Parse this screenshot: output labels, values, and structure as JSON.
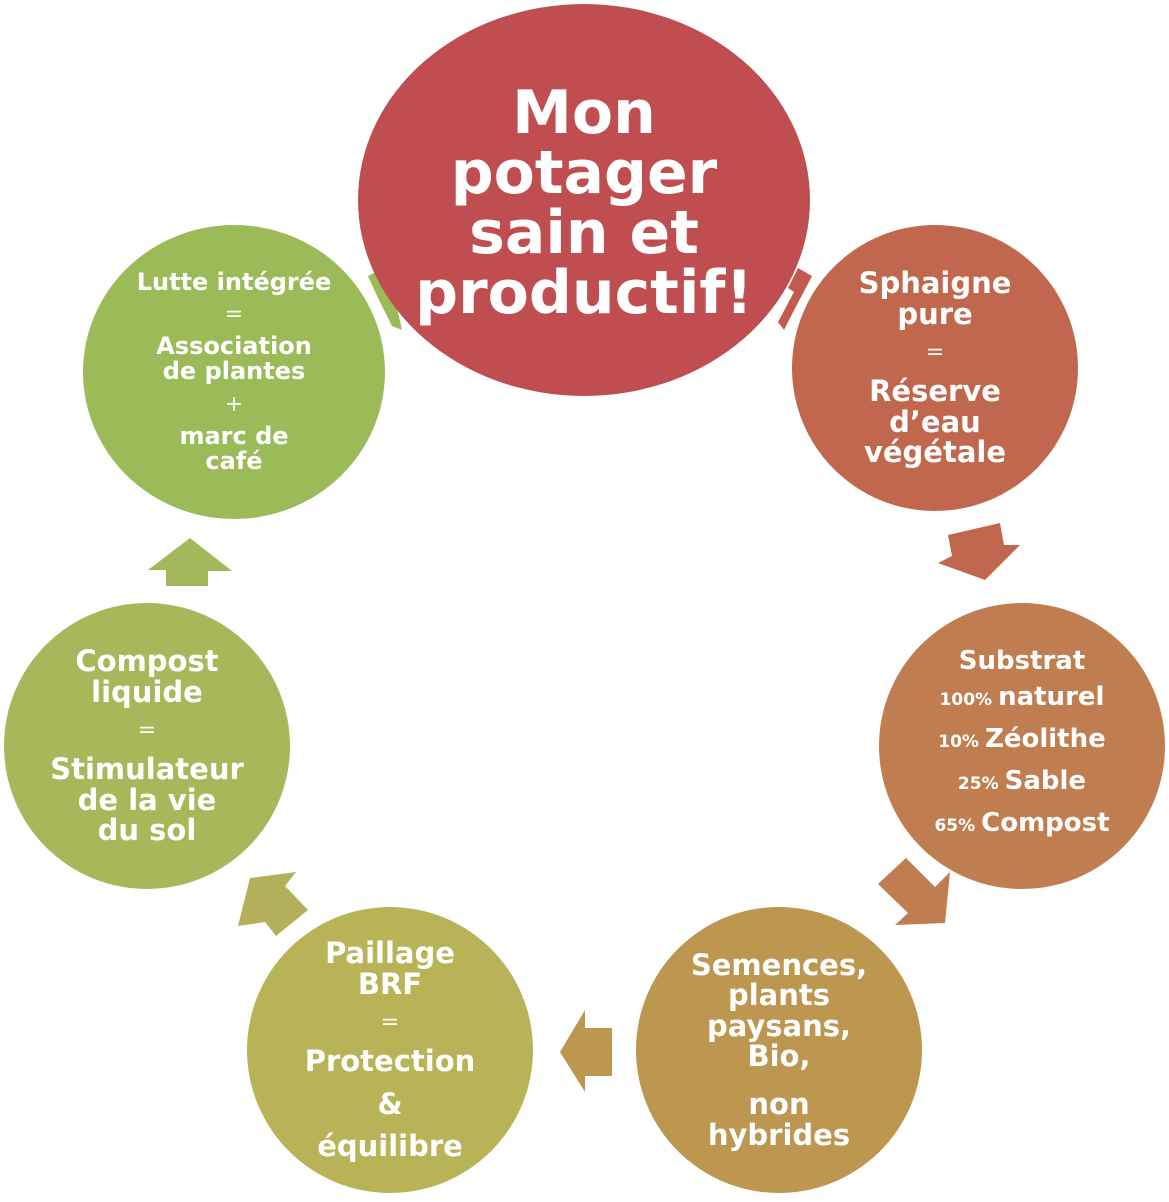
{
  "title": {
    "lines": [
      "Mon",
      "potager",
      "sain et",
      "productif!"
    ]
  },
  "colors": {
    "title": "#c04e50",
    "sphaigne": "#c0674e",
    "substrat": "#c07d50",
    "semences": "#bd9650",
    "paillage": "#b9b358",
    "compost": "#a6b85a",
    "lutte": "#9bbb59"
  },
  "nodes": {
    "sphaigne": {
      "head": [
        "Sphaigne",
        "pure"
      ],
      "eq": "=",
      "body": [
        "Réserve",
        "d’eau",
        "végétale"
      ]
    },
    "substrat": {
      "head": "Substrat",
      "rows": [
        {
          "pct": "100%",
          "text": "naturel"
        },
        {
          "pct": "10%",
          "text": "Zéolithe"
        },
        {
          "pct": "25%",
          "text": "Sable"
        },
        {
          "pct": "65%",
          "text": "Compost"
        }
      ]
    },
    "semences": {
      "lines": [
        "Semences,",
        "plants",
        "paysans,",
        "Bio,",
        "non",
        "hybrides"
      ]
    },
    "paillage": {
      "head": [
        "Paillage",
        "BRF"
      ],
      "eq": "=",
      "body": [
        "Protection",
        "&",
        "équilibre"
      ]
    },
    "compost": {
      "head": [
        "Compost",
        "liquide"
      ],
      "eq": "=",
      "body": [
        "Stimulateur",
        "de la vie",
        "du sol"
      ]
    },
    "lutte": {
      "head": "Lutte intégrée",
      "eq1": "=",
      "mid": [
        "Association",
        "de plantes"
      ],
      "eq2": "+",
      "body": [
        "marc de",
        "café"
      ]
    }
  }
}
